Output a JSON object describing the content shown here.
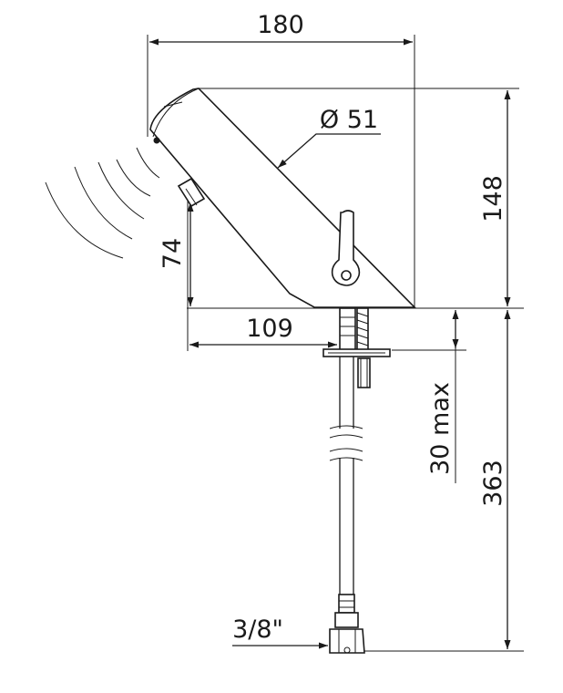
{
  "diagram": {
    "colors": {
      "line": "#1a1a1a",
      "background": "#ffffff"
    },
    "dimensions": {
      "width_total": "180",
      "diameter": "Ø 51",
      "height_spout": "148",
      "sensor_height": "74",
      "reach": "109",
      "max_thickness": "30 max",
      "hose_length": "363",
      "connection": "3/8\""
    }
  }
}
